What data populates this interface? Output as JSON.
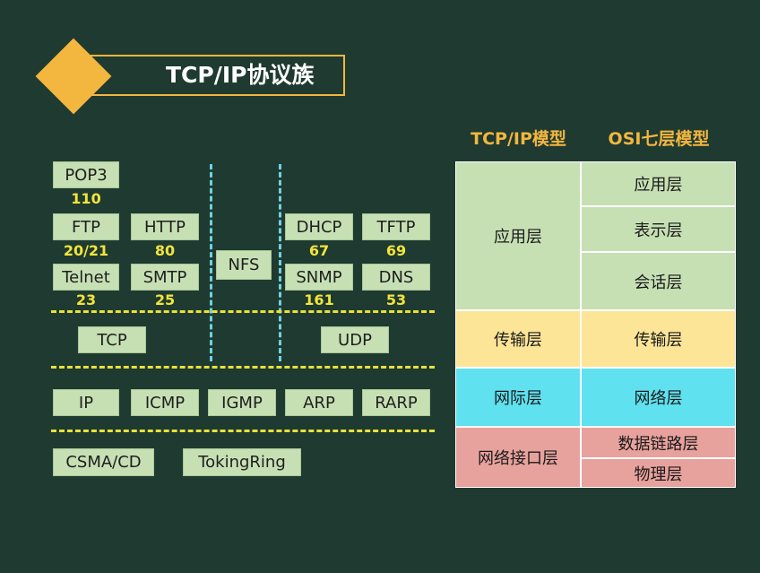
{
  "title": "TCP/IP协议族",
  "headers": {
    "tcpip": "TCP/IP模型",
    "osi": "OSI七层模型"
  },
  "protocols": {
    "pop3": {
      "name": "POP3",
      "port": "110"
    },
    "ftp": {
      "name": "FTP",
      "port": "20/21"
    },
    "http": {
      "name": "HTTP",
      "port": "80"
    },
    "telnet": {
      "name": "Telnet",
      "port": "23"
    },
    "smtp": {
      "name": "SMTP",
      "port": "25"
    },
    "nfs": {
      "name": "NFS"
    },
    "dhcp": {
      "name": "DHCP",
      "port": "67"
    },
    "tftp": {
      "name": "TFTP",
      "port": "69"
    },
    "snmp": {
      "name": "SNMP",
      "port": "161"
    },
    "dns": {
      "name": "DNS",
      "port": "53"
    },
    "tcp": {
      "name": "TCP"
    },
    "udp": {
      "name": "UDP"
    },
    "ip": {
      "name": "IP"
    },
    "icmp": {
      "name": "ICMP"
    },
    "igmp": {
      "name": "IGMP"
    },
    "arp": {
      "name": "ARP"
    },
    "rarp": {
      "name": "RARP"
    },
    "csma": {
      "name": "CSMA/CD"
    },
    "token": {
      "name": "TokingRing"
    }
  },
  "tcpip_layers": {
    "application": "应用层",
    "transport": "传输层",
    "internet": "网际层",
    "network_interface": "网络接口层"
  },
  "osi_layers": {
    "application": "应用层",
    "presentation": "表示层",
    "session": "会话层",
    "transport": "传输层",
    "network": "网络层",
    "data_link": "数据链路层",
    "physical": "物理层"
  },
  "colors": {
    "background": "#1f3a30",
    "accent": "#f3b63f",
    "protocol_box": "#c6e0b4",
    "port_text": "#f2e53a",
    "application": "#c6e0b4",
    "transport": "#fce597",
    "internet": "#5fe1f0",
    "network_interface": "#e8a29d"
  }
}
